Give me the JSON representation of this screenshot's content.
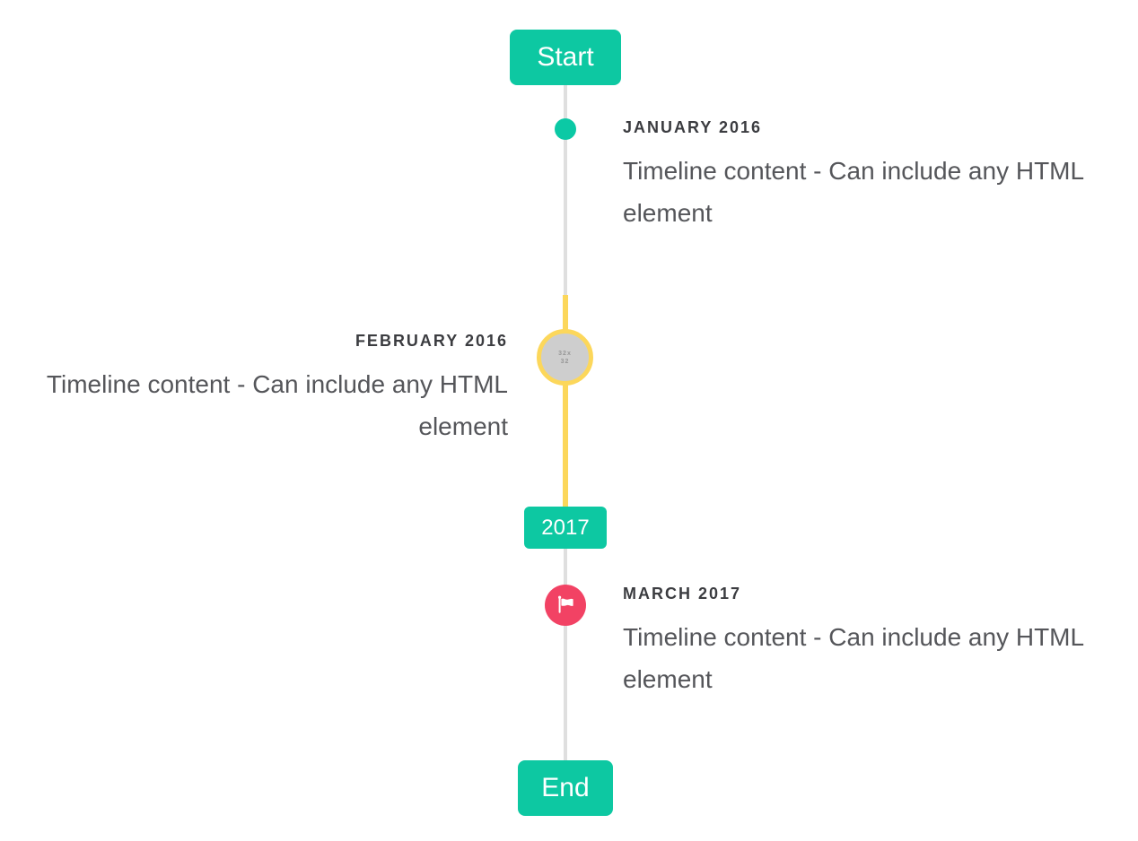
{
  "timeline": {
    "start_label": "Start",
    "end_label": "End",
    "year_badge": "2017",
    "events": [
      {
        "title": "JANUARY 2016",
        "body": "Timeline content - Can include any HTML element",
        "side": "right",
        "marker": "teal-dot"
      },
      {
        "title": "FEBRUARY 2016",
        "body": "Timeline content - Can include any HTML element",
        "side": "left",
        "marker": "image-placeholder-circle",
        "marker_placeholder": "32x32"
      },
      {
        "title": "MARCH 2017",
        "body": "Timeline content - Can include any HTML element",
        "side": "right",
        "marker": "flag-icon"
      }
    ],
    "colors": {
      "accent_teal": "#0dc8a2",
      "dot_teal": "#0bc9a5",
      "highlight_yellow": "#fcd75b",
      "flag_red": "#f24264",
      "line_gray": "#dfdfdf",
      "image_marker_gray": "#cecece",
      "title_text": "#3b3c40",
      "body_text": "#55565a"
    }
  }
}
